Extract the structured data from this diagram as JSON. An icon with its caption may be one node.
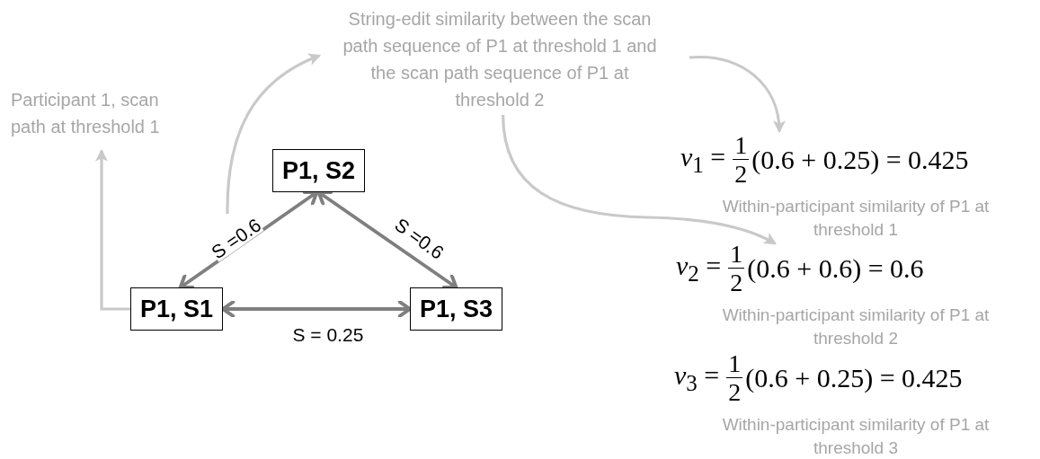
{
  "diagram": {
    "nodes": [
      {
        "text": [
          "Participant 1, scan path at threshold 1"
        ]
      },
      {
        "text": [
          "String-edit similarity between the scan path sequence of P1 at threshold 1 and the scan path sequence of P1 at threshold 2"
        ]
      },
      {
        "text": [
          "P1, S2"
        ]
      },
      {
        "text": [
          "P1, S1"
        ]
      },
      {
        "text": [
          "P1, S3"
        ]
      },
      {
        "text": [
          "*v*$_{1}$ =",
          "1",
          "2",
          "(0.6 + 0.25) = 0.425"
        ],
        "beside": [
          "Within-participant similarity of P1 at threshold 1"
        ]
      },
      {
        "text": [
          "*v*$_{2}$ =",
          "1",
          "2",
          "(0.6 + 0.6) = 0.6"
        ],
        "beside": [
          "Within-participant similarity of P1 at threshold 2"
        ]
      },
      {
        "text": [
          "*v*$_{3}$ =",
          "1",
          "2",
          "(0.6 + 0.25) = 0.425"
        ],
        "beside": [
          "Within-participant similarity of P1 at threshold 3"
        ]
      }
    ],
    "edges": [
      {
        "from": 3,
        "to": 0,
        "arrow": "to"
      },
      {
        "from": null,
        "to": 1,
        "arrow": "to"
      },
      {
        "from": 1,
        "to": 5,
        "arrow": "to"
      },
      {
        "from": 1,
        "to": 6,
        "arrow": "to"
      },
      {
        "from": 3,
        "to": 2,
        "arrow": "both",
        "label": "S =0.6",
        "color": "#7f7f7f"
      },
      {
        "from": 2,
        "to": 4,
        "arrow": "both",
        "label": "S =0.6",
        "color": "#7f7f7f"
      },
      {
        "from": 3,
        "to": 4,
        "arrow": "both",
        "label": "S = 0.25",
        "color": "#7f7f7f"
      }
    ]
  }
}
